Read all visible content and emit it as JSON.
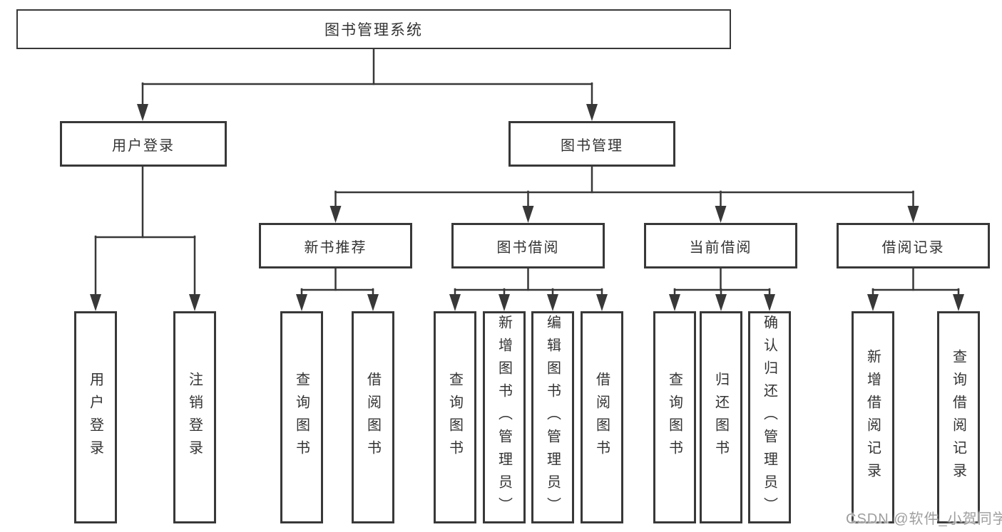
{
  "diagram": {
    "root": {
      "label": "图书管理系统"
    },
    "children": [
      {
        "label": "用户登录",
        "children": [
          "用户登录",
          "注销登录"
        ]
      },
      {
        "label": "图书管理",
        "children": [
          {
            "label": "新书推荐",
            "children": [
              "查询图书",
              "借阅图书"
            ]
          },
          {
            "label": "图书借阅",
            "children": [
              "查询图书",
              "新增图书（管理员）",
              "编辑图书（管理员）",
              "借阅图书"
            ]
          },
          {
            "label": "当前借阅",
            "children": [
              "查询图书",
              "归还图书",
              "确认归还（管理员）"
            ]
          },
          {
            "label": "借阅记录",
            "children": [
              "新增借阅记录",
              "查询借阅记录"
            ]
          }
        ]
      }
    ]
  },
  "watermark": {
    "text": "CSDN @软件_小贺同学"
  },
  "colors": {
    "line": "#383838",
    "text": "#333333",
    "watermark_gray": "#9e9e9e",
    "background": "#ffffff"
  }
}
